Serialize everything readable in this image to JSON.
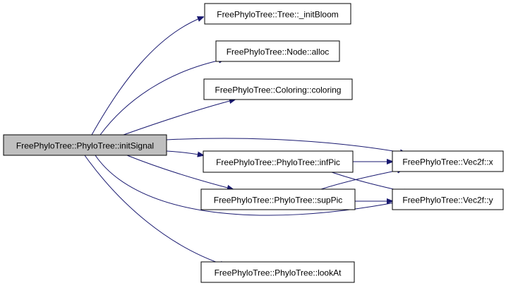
{
  "diagram": {
    "edge_color": "#191970",
    "root_fill": "#bfbfbf",
    "nodes": [
      {
        "id": "initSignal",
        "label": "FreePhyloTree::PhyloTree::initSignal",
        "root": true
      },
      {
        "id": "initBloom",
        "label": "FreePhyloTree::Tree::_initBloom"
      },
      {
        "id": "alloc",
        "label": "FreePhyloTree::Node::alloc"
      },
      {
        "id": "coloring",
        "label": "FreePhyloTree::Coloring::coloring"
      },
      {
        "id": "infPic",
        "label": "FreePhyloTree::PhyloTree::infPic"
      },
      {
        "id": "supPic",
        "label": "FreePhyloTree::PhyloTree::supPic"
      },
      {
        "id": "lookAt",
        "label": "FreePhyloTree::PhyloTree::lookAt"
      },
      {
        "id": "vecx",
        "label": "FreePhyloTree::Vec2f::x"
      },
      {
        "id": "vecy",
        "label": "FreePhyloTree::Vec2f::y"
      }
    ],
    "edges": [
      {
        "from": "initSignal",
        "to": "initBloom"
      },
      {
        "from": "initSignal",
        "to": "alloc"
      },
      {
        "from": "initSignal",
        "to": "coloring"
      },
      {
        "from": "initSignal",
        "to": "vecx"
      },
      {
        "from": "initSignal",
        "to": "infPic"
      },
      {
        "from": "initSignal",
        "to": "supPic"
      },
      {
        "from": "initSignal",
        "to": "vecy"
      },
      {
        "from": "initSignal",
        "to": "lookAt"
      },
      {
        "from": "infPic",
        "to": "vecx"
      },
      {
        "from": "infPic",
        "to": "vecy"
      },
      {
        "from": "supPic",
        "to": "vecx"
      },
      {
        "from": "supPic",
        "to": "vecy"
      }
    ]
  }
}
